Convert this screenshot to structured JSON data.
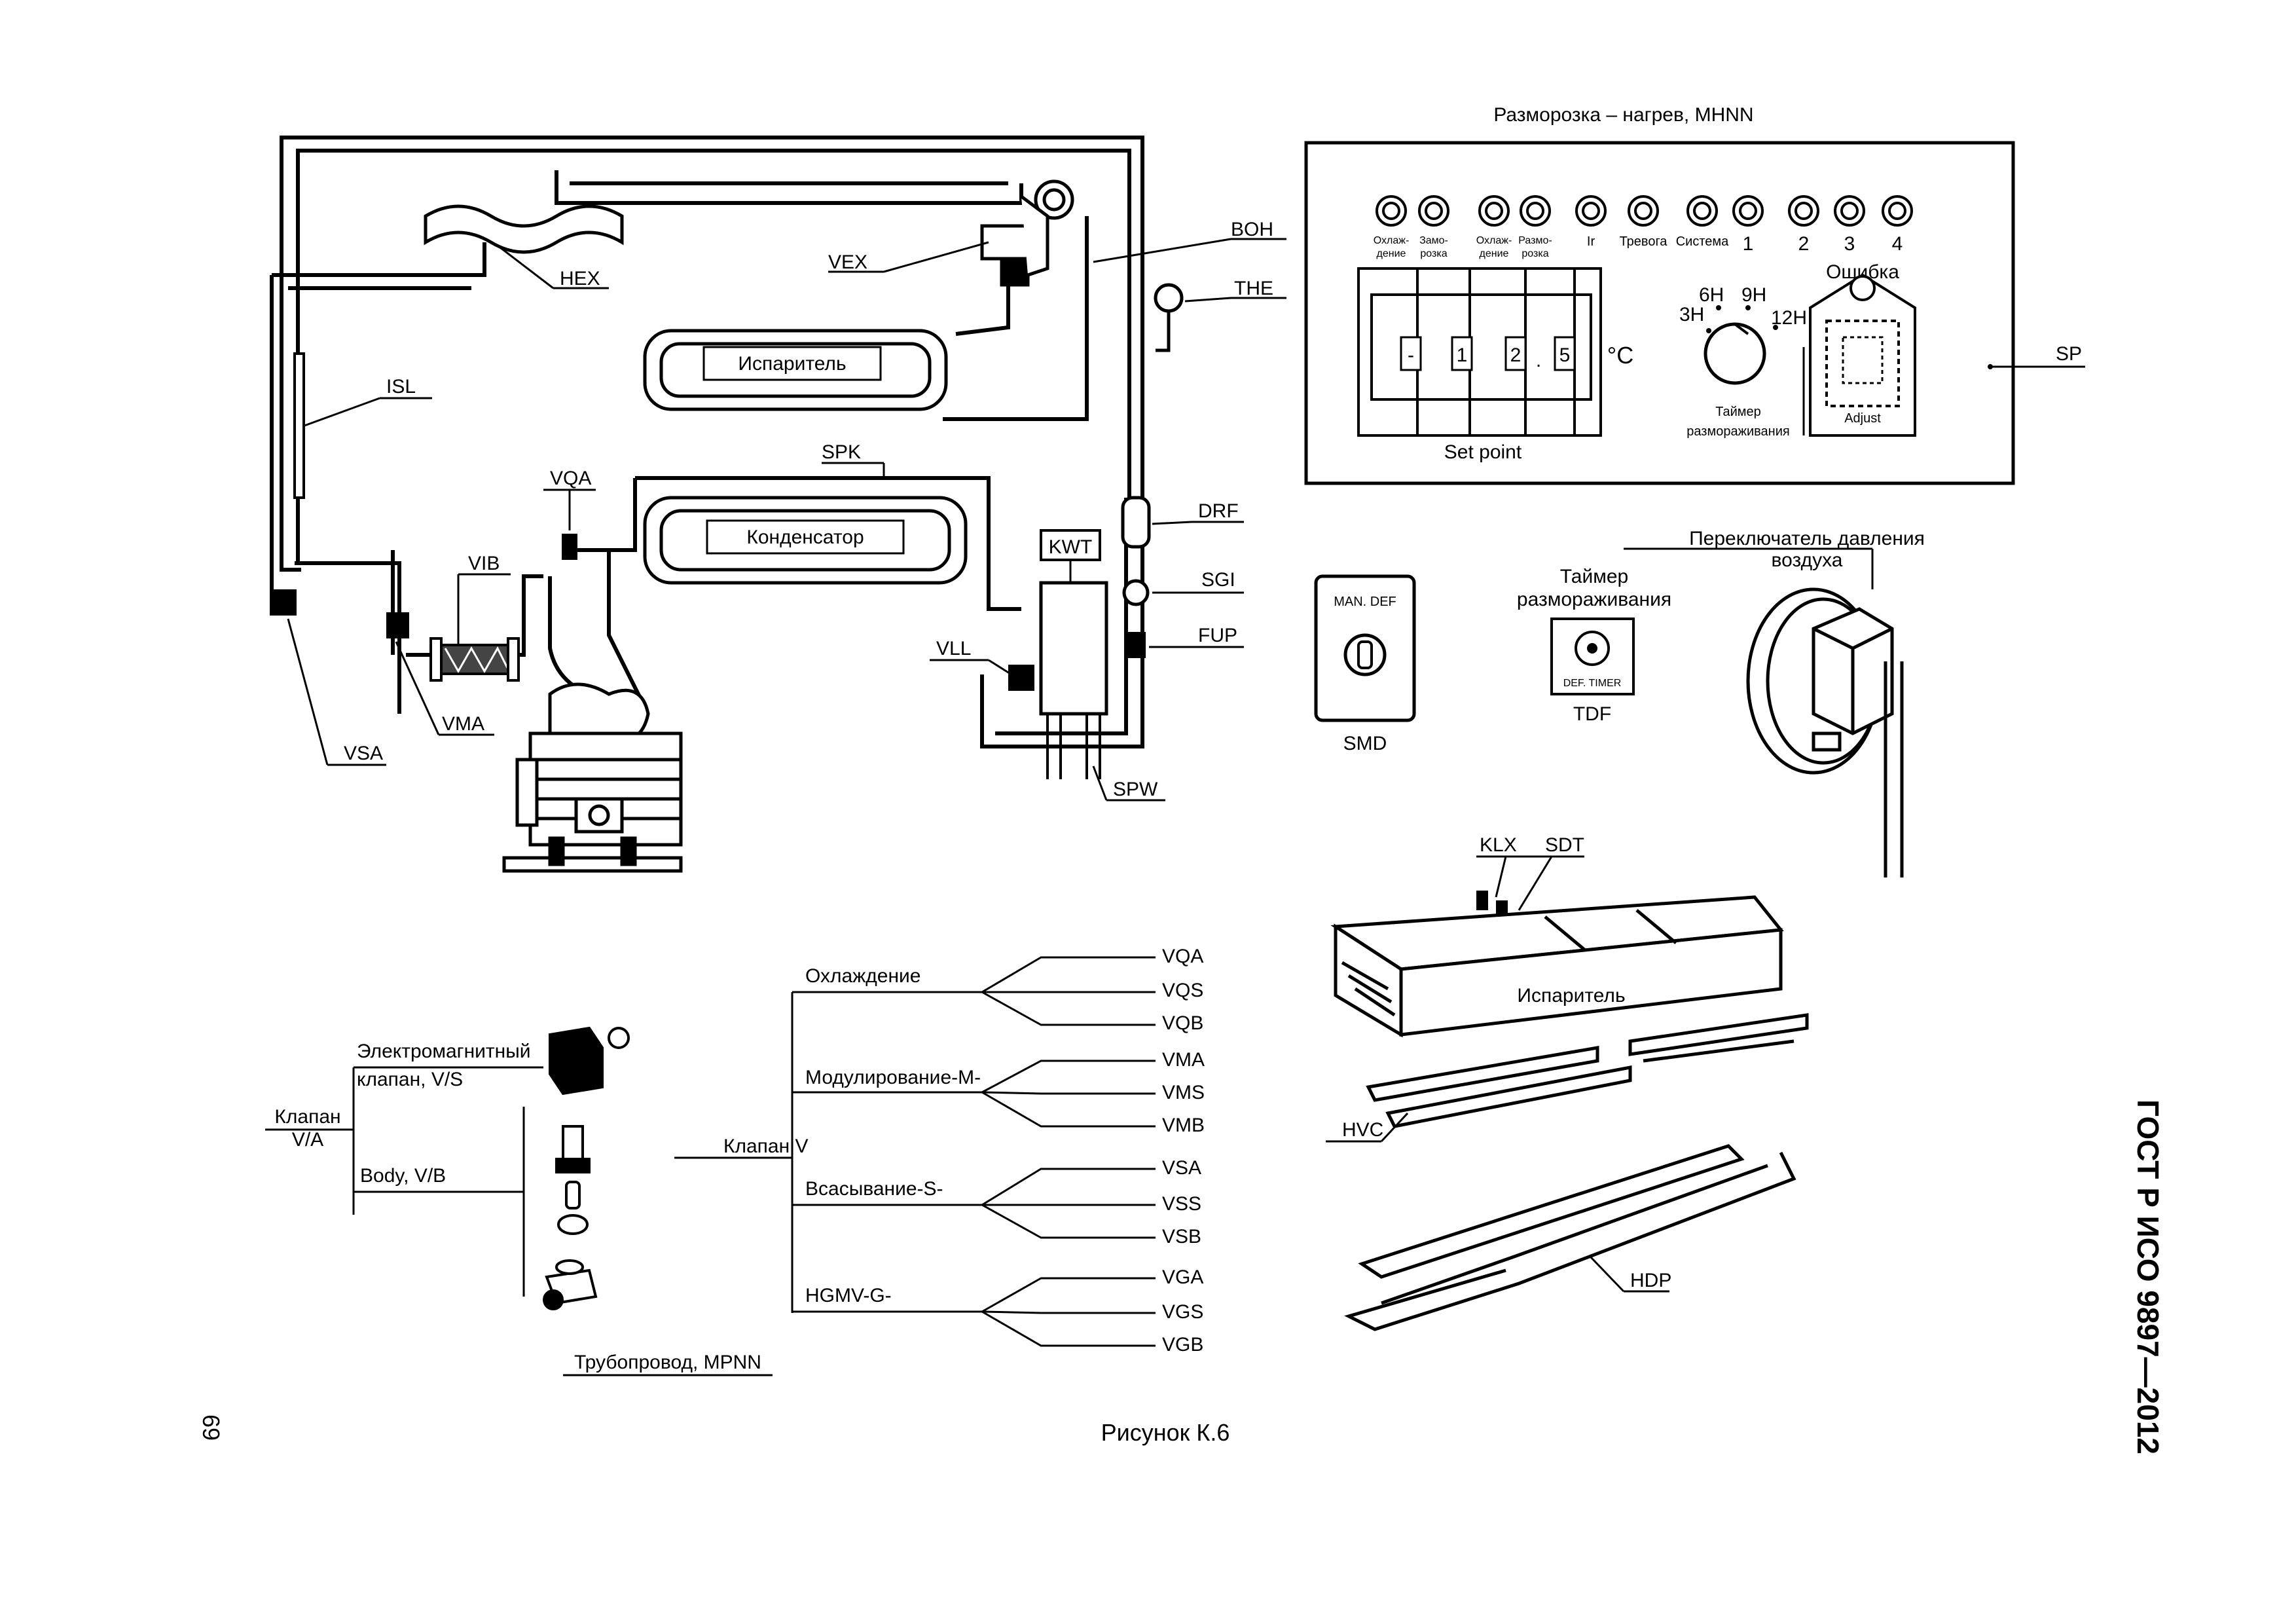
{
  "header": {
    "side_title": "ГОСТ Р ИСО 9897—2012",
    "page_number": "69",
    "caption": "Рисунок К.6"
  },
  "refrigeration": {
    "labels": {
      "HEX": "HEX",
      "VEX": "VEX",
      "BOH": "BOH",
      "THE": "THE",
      "ISL": "ISL",
      "evaporator": "Испаритель",
      "SPK": "SPK",
      "VQA": "VQA",
      "condenser": "Конденсатор",
      "VIB": "VIB",
      "KWT": "KWT",
      "DRF": "DRF",
      "SGI": "SGI",
      "FUP": "FUP",
      "VLL": "VLL",
      "VMA": "VMA",
      "VSA": "VSA",
      "SPW": "SPW"
    }
  },
  "control_panel": {
    "title": "Разморозка – нагрев, MHNN",
    "indicators": [
      "Охлаж-\nдение",
      "Замо-\nрозка",
      "Охлаж-\nдение",
      "Размо-\nрозка",
      "Ir",
      "Тревога",
      "Система",
      "1",
      "2",
      "3",
      "4"
    ],
    "display_digits": [
      "-",
      "1",
      "2",
      ".",
      "5"
    ],
    "unit": "°C",
    "setpoint_label": "Set point",
    "timer_marks": [
      "3H",
      "6H",
      "9H",
      "12H"
    ],
    "timer_label": "Таймер размораживания",
    "error_label": "Ошибка",
    "adjust_label": "Adjust",
    "sp_tag": "SP"
  },
  "smd": {
    "button_label": "MAN. DEF",
    "tag": "SMD"
  },
  "tdf": {
    "title": "Таймер размораживания",
    "dial_label": "DEF. TIMER",
    "tag": "TDF"
  },
  "pressure_switch": {
    "title": "Переключатель давления воздуха"
  },
  "evap_assembly": {
    "KLX": "KLX",
    "SDT": "SDT",
    "body_label": "Испаритель",
    "HVC": "HVC",
    "HDP": "HDP"
  },
  "valve_tree_left": {
    "root": "Клапан\nV/A",
    "branch_solenoid": "Электромагнитный\nклапан, V/S",
    "branch_body": "Body, V/B"
  },
  "valve_tree_right": {
    "root": "Клапан V",
    "groups": [
      {
        "name": "Охлаждение",
        "codes": [
          "VQA",
          "VQS",
          "VQB"
        ]
      },
      {
        "name": "Модулирование-M-",
        "codes": [
          "VMA",
          "VMS",
          "VMB"
        ]
      },
      {
        "name": "Всасывание-S-",
        "codes": [
          "VSA",
          "VSS",
          "VSB"
        ]
      },
      {
        "name": "HGMV-G-",
        "codes": [
          "VGA",
          "VGS",
          "VGB"
        ]
      }
    ]
  },
  "pipeline_caption": "Трубопровод, MPNN"
}
